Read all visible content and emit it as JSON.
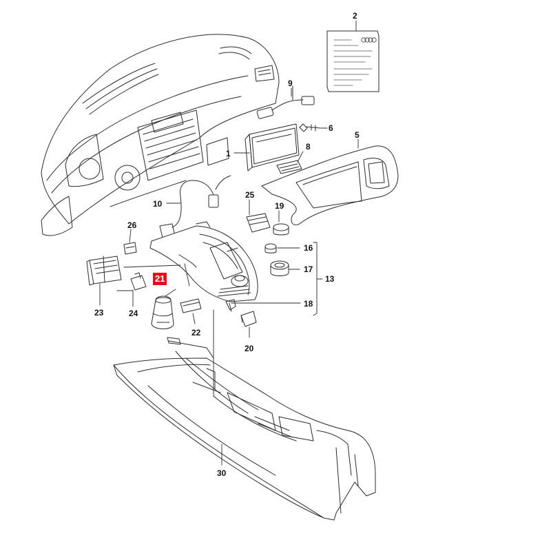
{
  "diagram": {
    "highlight_color": "#e5101a",
    "line_color": "#2a2a2a",
    "labels": [
      {
        "id": "1",
        "text": "1"
      },
      {
        "id": "2",
        "text": "2"
      },
      {
        "id": "5",
        "text": "5"
      },
      {
        "id": "6",
        "text": "6"
      },
      {
        "id": "8",
        "text": "8"
      },
      {
        "id": "9",
        "text": "9"
      },
      {
        "id": "10",
        "text": "10"
      },
      {
        "id": "13",
        "text": "13"
      },
      {
        "id": "16",
        "text": "16"
      },
      {
        "id": "17",
        "text": "17"
      },
      {
        "id": "18",
        "text": "18"
      },
      {
        "id": "19",
        "text": "19"
      },
      {
        "id": "20",
        "text": "20"
      },
      {
        "id": "21",
        "text": "21",
        "highlighted": true
      },
      {
        "id": "22",
        "text": "22"
      },
      {
        "id": "23",
        "text": "23"
      },
      {
        "id": "24",
        "text": "24"
      },
      {
        "id": "25",
        "text": "25"
      },
      {
        "id": "26",
        "text": "26"
      },
      {
        "id": "30",
        "text": "30"
      }
    ]
  }
}
